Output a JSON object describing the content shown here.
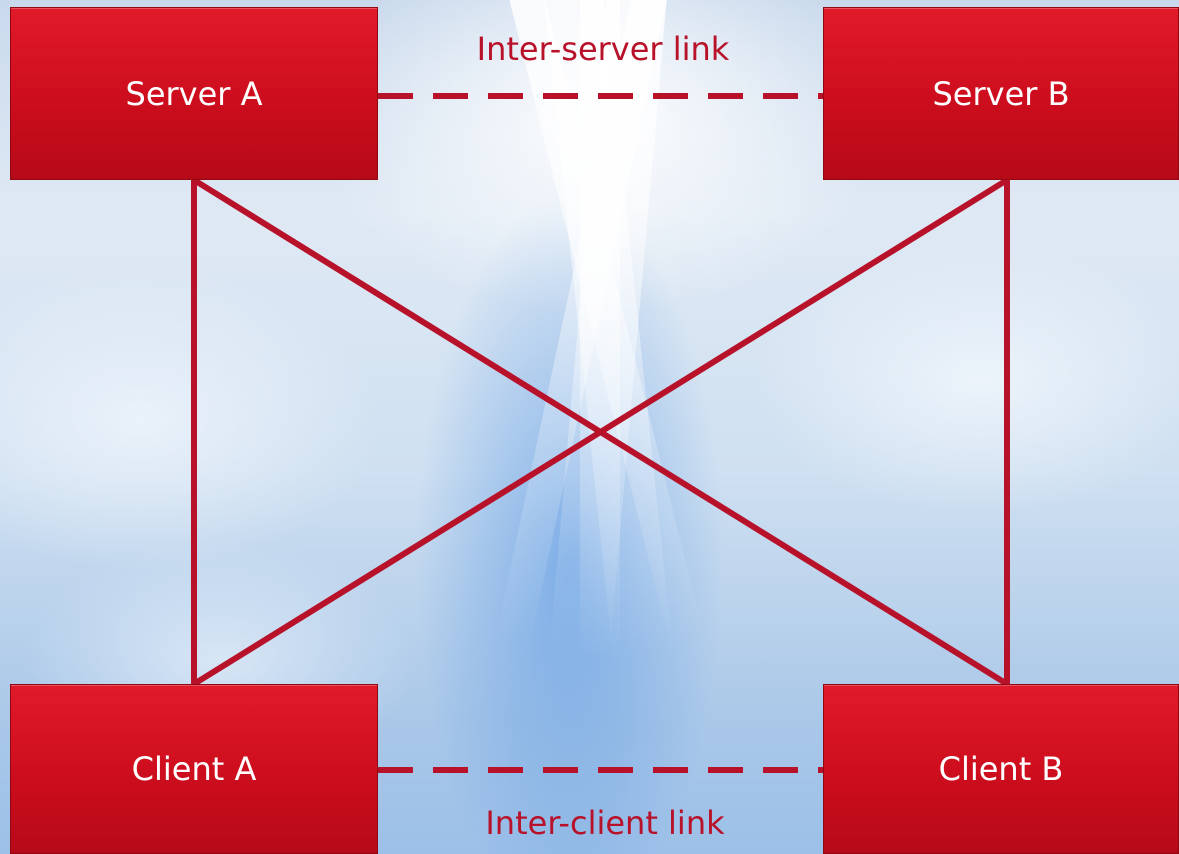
{
  "diagram": {
    "nodes": {
      "server_a": "Server A",
      "server_b": "Server B",
      "client_a": "Client A",
      "client_b": "Client B"
    },
    "links": {
      "inter_server": "Inter-server link",
      "inter_client": "Inter-client link"
    },
    "colors": {
      "node_fill": "#d01020",
      "link_stroke": "#b8122a",
      "label_text": "#b8122a",
      "node_text": "#ffffff"
    }
  }
}
